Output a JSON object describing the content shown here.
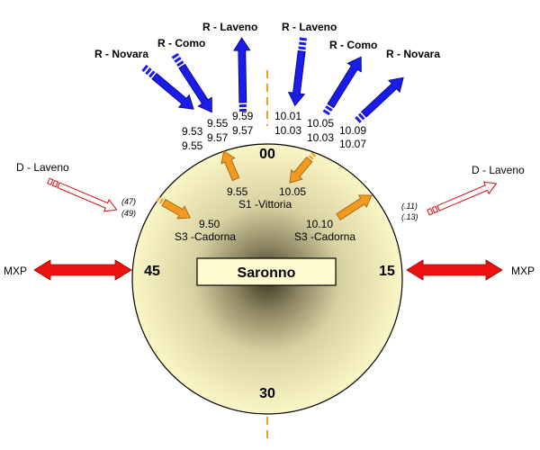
{
  "station": "Saronno",
  "clock": {
    "top": "00",
    "right": "15",
    "bottom": "30",
    "left": "45"
  },
  "mxp": {
    "left": "MXP",
    "right": "MXP"
  },
  "regional_out": [
    {
      "dest": "R - Novara"
    },
    {
      "dest": "R - Como"
    },
    {
      "dest": "R - Laveno"
    },
    {
      "dest": "R - Laveno"
    },
    {
      "dest": "R - Como"
    },
    {
      "dest": "R - Novara"
    }
  ],
  "times_left": [
    "9.53",
    "9.55",
    "9.59",
    "9.55",
    "9.57",
    "9.57"
  ],
  "times_right": [
    "10.01",
    "10.05",
    "10.09",
    "10.03",
    "10.03",
    "10.07"
  ],
  "d_laveno": {
    "left": {
      "dest": "D - Laveno",
      "t1": "(47)",
      "t2": "(49)"
    },
    "right": {
      "dest": "D - Laveno",
      "t1": "(.11)",
      "t2": "(.13)"
    }
  },
  "suburban": {
    "s1_time_a": "9.55",
    "s1_time_b": "10.05",
    "s1_label": "S1 -Vittoria",
    "s3_left_time": "9.50",
    "s3_left_label": "S3 -Cadorna",
    "s3_right_time": "10.10",
    "s3_right_label": "S3 -Cadorna"
  },
  "colors": {
    "regional": "#1c1ce8",
    "suburban": "#f09a20",
    "mxp": "#ee1111",
    "dlaveno": "#cc1111",
    "clock_fill": "#fbf6c4",
    "axis": "#f0a020"
  }
}
